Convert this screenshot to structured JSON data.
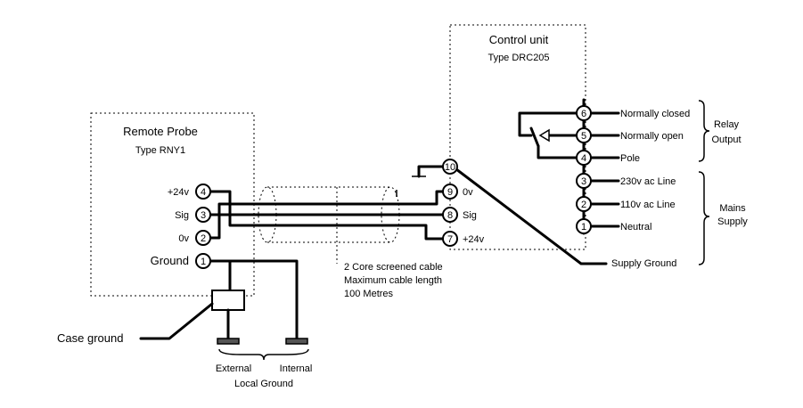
{
  "probe": {
    "title": "Remote Probe",
    "type": "Type RNY1",
    "terminals": [
      {
        "num": "4",
        "label": "+24v"
      },
      {
        "num": "3",
        "label": "Sig"
      },
      {
        "num": "2",
        "label": "0v"
      },
      {
        "num": "1",
        "label": "Ground"
      }
    ]
  },
  "control": {
    "title": "Control unit",
    "type": "Type DRC205",
    "terminals": [
      {
        "num": "10",
        "label": ""
      },
      {
        "num": "9",
        "label": "0v"
      },
      {
        "num": "8",
        "label": "Sig"
      },
      {
        "num": "7",
        "label": "+24v"
      },
      {
        "num": "6",
        "label": "Normally closed"
      },
      {
        "num": "5",
        "label": "Normally open"
      },
      {
        "num": "4",
        "label": "Pole"
      },
      {
        "num": "3",
        "label": "230v ac Line"
      },
      {
        "num": "2",
        "label": "110v ac Line"
      },
      {
        "num": "1",
        "label": "Neutral"
      }
    ]
  },
  "groups": {
    "relay_line1": "Relay",
    "relay_line2": "Output",
    "mains_line1": "Mains",
    "mains_line2": "Supply"
  },
  "cable": {
    "line1": "2 Core screened cable",
    "line2": "Maximum cable length",
    "line3": "100 Metres"
  },
  "labels": {
    "supply_ground": "Supply Ground",
    "case_ground": "Case ground",
    "external": "External",
    "internal": "Internal",
    "local_ground": "Local Ground"
  }
}
